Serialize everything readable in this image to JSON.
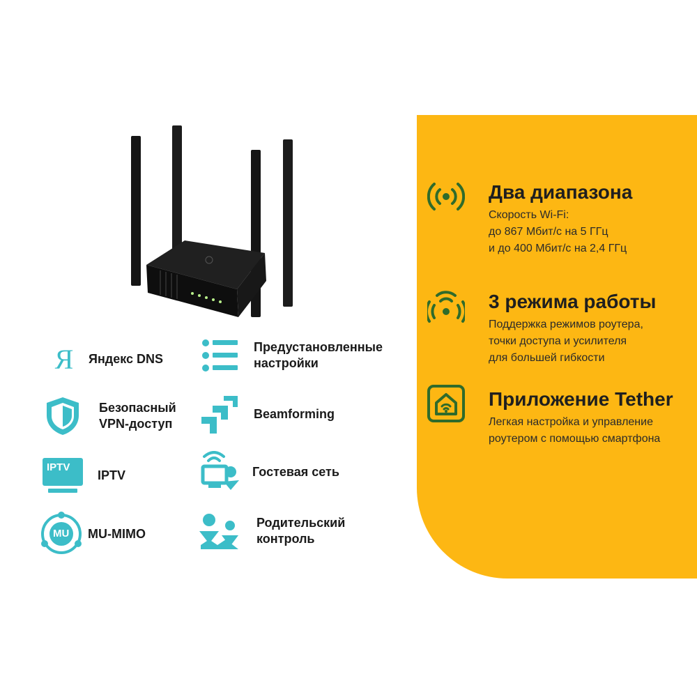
{
  "colors": {
    "accent_teal": "#3cbdc8",
    "panel_yellow": "#fdb713",
    "icon_green": "#2f6b2b",
    "router_black": "#151515"
  },
  "features": [
    {
      "icon": "yandex-ya-icon",
      "icon_text": "Я",
      "lines": [
        "Яндекс DNS"
      ]
    },
    {
      "icon": "list-icon",
      "lines": [
        "Предустановленные",
        "настройки"
      ]
    },
    {
      "icon": "shield-icon",
      "lines": [
        "Безопасный",
        "VPN-доступ"
      ]
    },
    {
      "icon": "beamforming-icon",
      "lines": [
        "Beamforming"
      ]
    },
    {
      "icon": "iptv-icon",
      "icon_text": "IPTV",
      "lines": [
        "IPTV"
      ]
    },
    {
      "icon": "guest-network-icon",
      "lines": [
        "Гостевая сеть"
      ]
    },
    {
      "icon": "mu-mimo-icon",
      "icon_text": "MU",
      "lines": [
        "MU-MIMO"
      ]
    },
    {
      "icon": "parental-control-icon",
      "lines": [
        "Родительский",
        "контроль"
      ]
    }
  ],
  "panel": {
    "items": [
      {
        "icon": "dual-band-signal-icon",
        "title": "Два диапазона",
        "lines": [
          "Скорость Wi-Fi:",
          "до 867 Мбит/с на 5 ГГц",
          "и до 400 Мбит/с на 2,4 ГГц"
        ]
      },
      {
        "icon": "modes-wifi-icon",
        "title": "3 режима работы",
        "lines": [
          "Поддержка режимов роутера,",
          "точки доступа и усилителя",
          "для большей гибкости"
        ]
      },
      {
        "icon": "tether-app-icon",
        "title": "Приложение Tether",
        "lines": [
          "Легкая настройка и управление",
          "роутером с помощью смартфона"
        ]
      }
    ]
  }
}
